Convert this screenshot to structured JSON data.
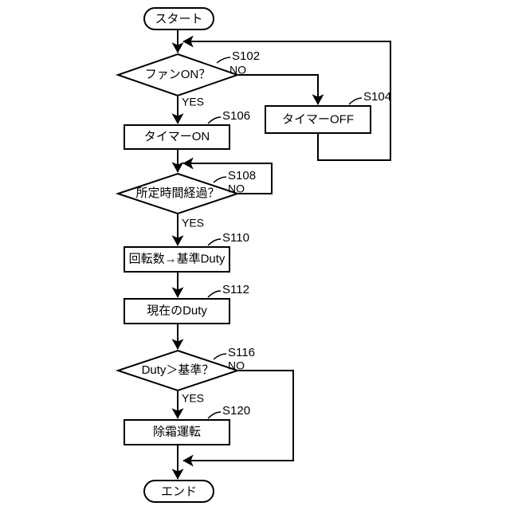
{
  "diagram": {
    "title": "Fan control / defrost operation flowchart",
    "language": "ja",
    "background_color": "#ffffff",
    "line_color": "#000000",
    "nodes": {
      "start": {
        "label": "スタート",
        "shape": "terminator"
      },
      "s102": {
        "label": "ファンON？",
        "shape": "decision",
        "step": "S102"
      },
      "s104": {
        "label": "タイマーOFF",
        "shape": "process",
        "step": "S104"
      },
      "s106": {
        "label": "タイマーON",
        "shape": "process",
        "step": "S106"
      },
      "s108": {
        "label": "所定時間経過？",
        "shape": "decision",
        "step": "S108"
      },
      "s110": {
        "label": "回転数→基準Duty",
        "shape": "process",
        "step": "S110"
      },
      "s112": {
        "label": "現在のDuty",
        "shape": "process",
        "step": "S112"
      },
      "s116": {
        "label": "Duty＞基準？",
        "shape": "decision",
        "step": "S116"
      },
      "s120": {
        "label": "除霜運転",
        "shape": "process",
        "step": "S120"
      },
      "end": {
        "label": "エンド",
        "shape": "terminator"
      }
    },
    "edge_labels": {
      "s102_no": "NO",
      "s102_yes": "YES",
      "s108_no": "NO",
      "s108_yes": "YES",
      "s116_no": "NO",
      "s116_yes": "YES"
    }
  }
}
